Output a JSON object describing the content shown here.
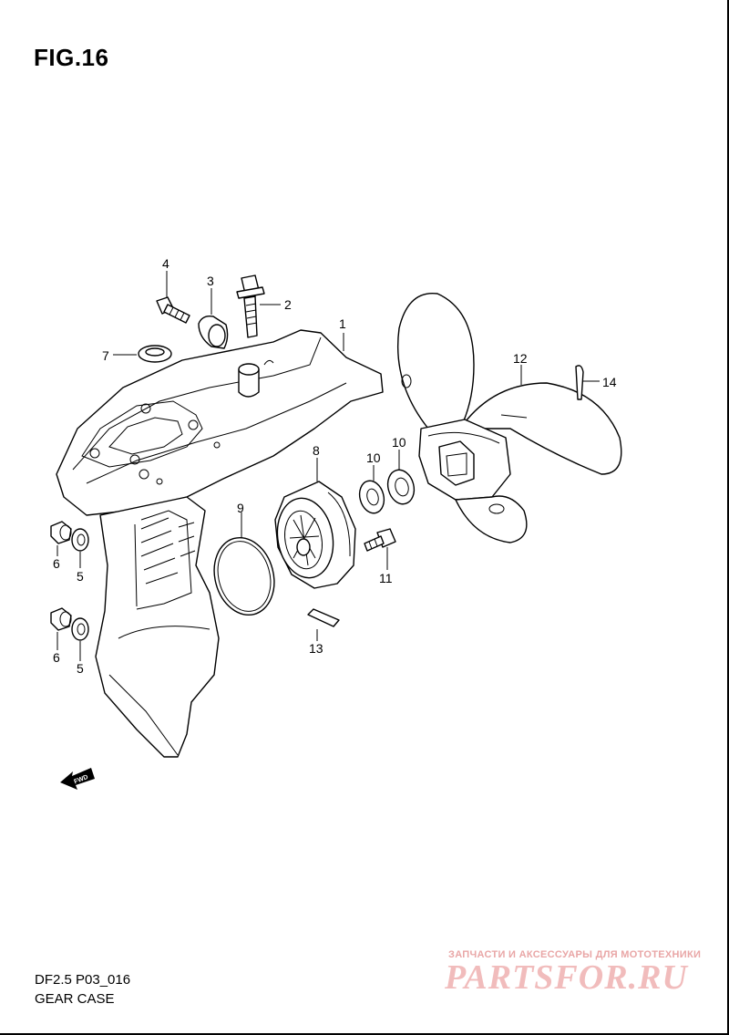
{
  "figure": {
    "title": "FIG.16",
    "model_code": "DF2.5 P03_016",
    "section_name": "GEAR CASE",
    "fwd_label": "FWD"
  },
  "callouts": [
    "1",
    "2",
    "3",
    "4",
    "5",
    "5",
    "6",
    "6",
    "7",
    "8",
    "9",
    "10",
    "10",
    "11",
    "12",
    "13",
    "14"
  ],
  "watermark": {
    "subtitle": "ЗАПЧАСТИ И АКСЕССУАРЫ ДЛЯ МОТОТЕХНИКИ",
    "brand": "PARTSFOR.RU"
  }
}
